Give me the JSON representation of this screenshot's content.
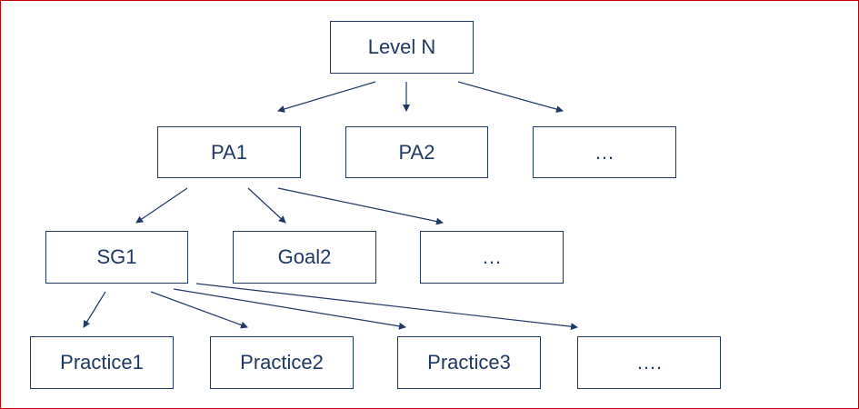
{
  "colors": {
    "frame_border": "#c00000",
    "node_border": "#1f3864",
    "text": "#1f3864",
    "arrow": "#1f3864"
  },
  "nodes": {
    "level": "Level N",
    "pa1": "PA1",
    "pa2": "PA2",
    "pa_more": "…",
    "sg1": "SG1",
    "goal2": "Goal2",
    "goal_more": "…",
    "practice1": "Practice1",
    "practice2": "Practice2",
    "practice3": "Practice3",
    "practice_more": "…."
  },
  "edges": [
    {
      "from": "level",
      "to": "pa1"
    },
    {
      "from": "level",
      "to": "pa2"
    },
    {
      "from": "level",
      "to": "pa_more"
    },
    {
      "from": "pa1",
      "to": "sg1"
    },
    {
      "from": "pa1",
      "to": "goal2"
    },
    {
      "from": "pa1",
      "to": "goal_more"
    },
    {
      "from": "sg1",
      "to": "practice1"
    },
    {
      "from": "sg1",
      "to": "practice2"
    },
    {
      "from": "sg1",
      "to": "practice3"
    },
    {
      "from": "sg1",
      "to": "practice_more"
    }
  ]
}
